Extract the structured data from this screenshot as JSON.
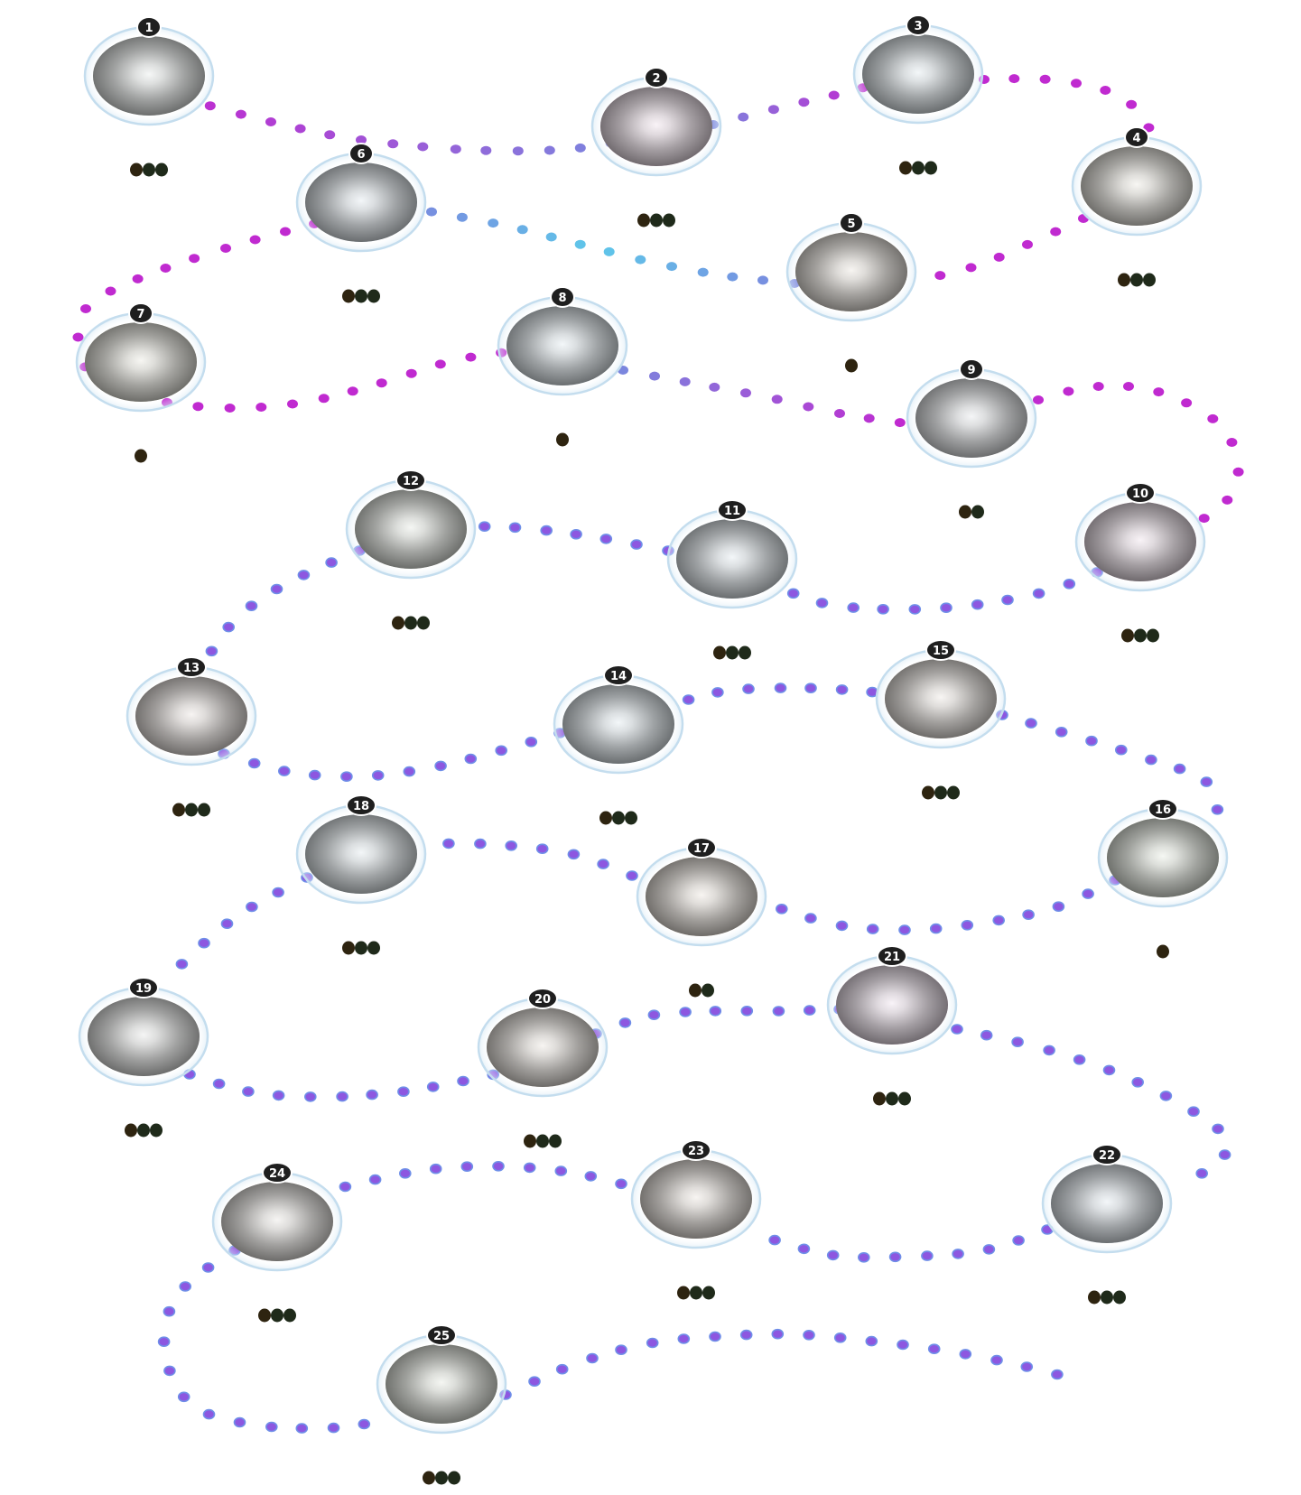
{
  "screen": "level-map",
  "colors": {
    "path_magenta": "#c02ad0",
    "path_blue": "#7b86de",
    "path_cyan": "#5ec8ea",
    "path_purple_dot": "#8d57e0",
    "badge_bg": "#1f1f1f",
    "badge_text": "#ffffff",
    "star_dark": "#1f2a1a",
    "star_brown": "#2e2410",
    "node_ring": "#c4ddee"
  },
  "levels": [
    {
      "number": "1",
      "stars": 3
    },
    {
      "number": "2",
      "stars": 3
    },
    {
      "number": "3",
      "stars": 3
    },
    {
      "number": "4",
      "stars": 3
    },
    {
      "number": "5",
      "stars": 1
    },
    {
      "number": "6",
      "stars": 3
    },
    {
      "number": "7",
      "stars": 1
    },
    {
      "number": "8",
      "stars": 1
    },
    {
      "number": "9",
      "stars": 2
    },
    {
      "number": "10",
      "stars": 3
    },
    {
      "number": "11",
      "stars": 3
    },
    {
      "number": "12",
      "stars": 3
    },
    {
      "number": "13",
      "stars": 3
    },
    {
      "number": "14",
      "stars": 3
    },
    {
      "number": "15",
      "stars": 3
    },
    {
      "number": "16",
      "stars": 1
    },
    {
      "number": "17",
      "stars": 2
    },
    {
      "number": "18",
      "stars": 3
    },
    {
      "number": "19",
      "stars": 3
    },
    {
      "number": "20",
      "stars": 3
    },
    {
      "number": "21",
      "stars": 3
    },
    {
      "number": "22",
      "stars": 3
    },
    {
      "number": "23",
      "stars": 3
    },
    {
      "number": "24",
      "stars": 3
    },
    {
      "number": "25",
      "stars": 3
    }
  ],
  "node_tints": [
    "#b8c4c0",
    "#d4a8c6",
    "#a8c2d0",
    "#c8c0a8",
    "#c4b49e",
    "#a8bfd0",
    "#c2c0a4",
    "#a8c4d4",
    "#b4bcc4",
    "#d0a8c4",
    "#a8c0d0",
    "#b4c0ac",
    "#c4b0a4",
    "#a8c4d4",
    "#c8b8a8",
    "#b8c8a8",
    "#c8b49c",
    "#a8c0cc",
    "#b4b8b4",
    "#c4b4a0",
    "#d0a8cc",
    "#a8c0d4",
    "#c8b4a0",
    "#c0b8ac",
    "#b4c0a4"
  ]
}
